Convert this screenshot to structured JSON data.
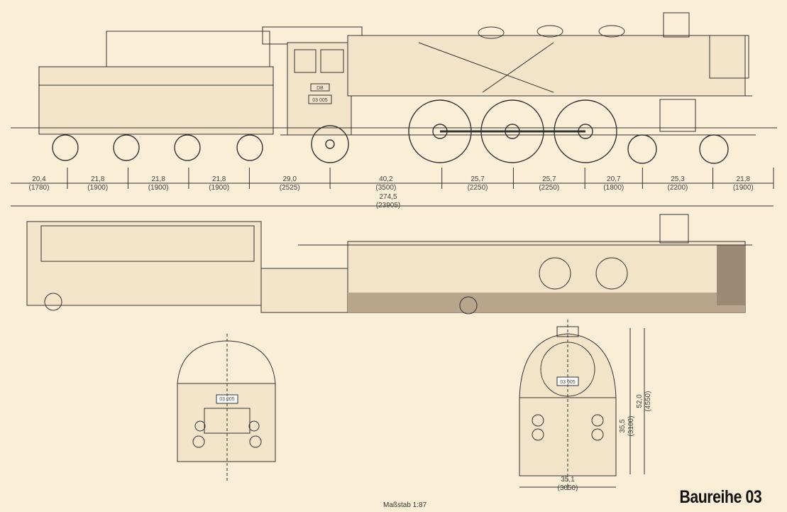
{
  "title": "Baureihe 03",
  "scale_label": "Maßstab 1:87",
  "loco_number": "03 005",
  "railway_mark": "DB",
  "colors": {
    "paper": "#fbeed6",
    "ink": "#333333",
    "frame_shade": "#b9a58c"
  },
  "side_dimensions": [
    {
      "mm_scale": "20,4",
      "mm_real": "(1780)",
      "value": 20.4
    },
    {
      "mm_scale": "21,8",
      "mm_real": "(1900)",
      "value": 21.8
    },
    {
      "mm_scale": "21,8",
      "mm_real": "(1900)",
      "value": 21.8
    },
    {
      "mm_scale": "21,8",
      "mm_real": "(1900)",
      "value": 21.8
    },
    {
      "mm_scale": "29,0",
      "mm_real": "(2525)",
      "value": 29.0
    },
    {
      "mm_scale": "40,2",
      "mm_real": "(3500)",
      "value": 40.2
    },
    {
      "mm_scale": "25,7",
      "mm_real": "(2250)",
      "value": 25.7
    },
    {
      "mm_scale": "25,7",
      "mm_real": "(2250)",
      "value": 25.7
    },
    {
      "mm_scale": "20,7",
      "mm_real": "(1800)",
      "value": 20.7
    },
    {
      "mm_scale": "25,3",
      "mm_real": "(2200)",
      "value": 25.3
    },
    {
      "mm_scale": "21,8",
      "mm_real": "(1900)",
      "value": 21.8
    }
  ],
  "total_length": {
    "mm_scale": "274,5",
    "mm_real": "(23905)"
  },
  "front_view": {
    "height_to_axis": {
      "mm_scale": "35,5",
      "mm_real": "(3100)"
    },
    "total_height": {
      "mm_scale": "52,0",
      "mm_real": "(4550)"
    },
    "width": {
      "mm_scale": "35,1",
      "mm_real": "(3050)"
    }
  }
}
